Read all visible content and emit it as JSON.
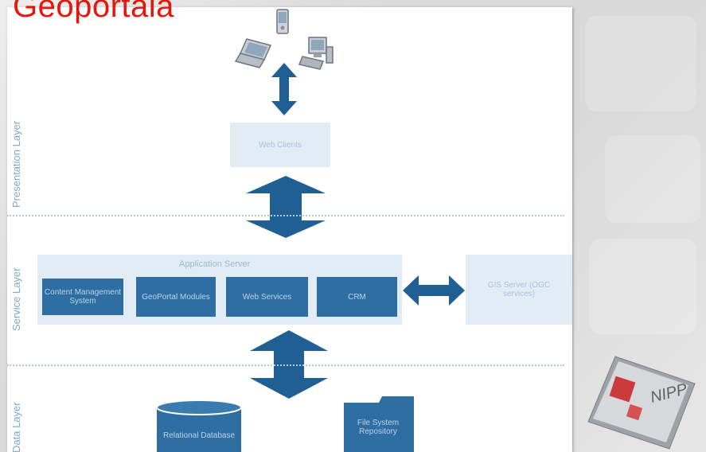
{
  "title": "Geoportala",
  "layers": {
    "presentation": "Presentation Layer",
    "service": "Service Layer",
    "data": "Data Layer"
  },
  "presentation": {
    "web_clients": "Web Clients"
  },
  "service": {
    "app_server_label": "Application Server",
    "modules": [
      "Content Management System",
      "GeoPortal Modules",
      "Web Services",
      "CRM"
    ],
    "gis_server": "GIS Server (OGC services)"
  },
  "data": {
    "relational_database": "Relational Database",
    "file_system_repository": "File System Repository"
  },
  "logo": {
    "text": "NIPP"
  },
  "colors": {
    "title": "#e8150c",
    "dark_box": "#2e6ea3",
    "light_box": "#e2ecf5",
    "arrow": "#1f5f94",
    "layer_label": "#7fa6c7"
  },
  "icons": [
    "laptop-icon",
    "mobile-phone-icon",
    "desktop-computer-icon"
  ]
}
